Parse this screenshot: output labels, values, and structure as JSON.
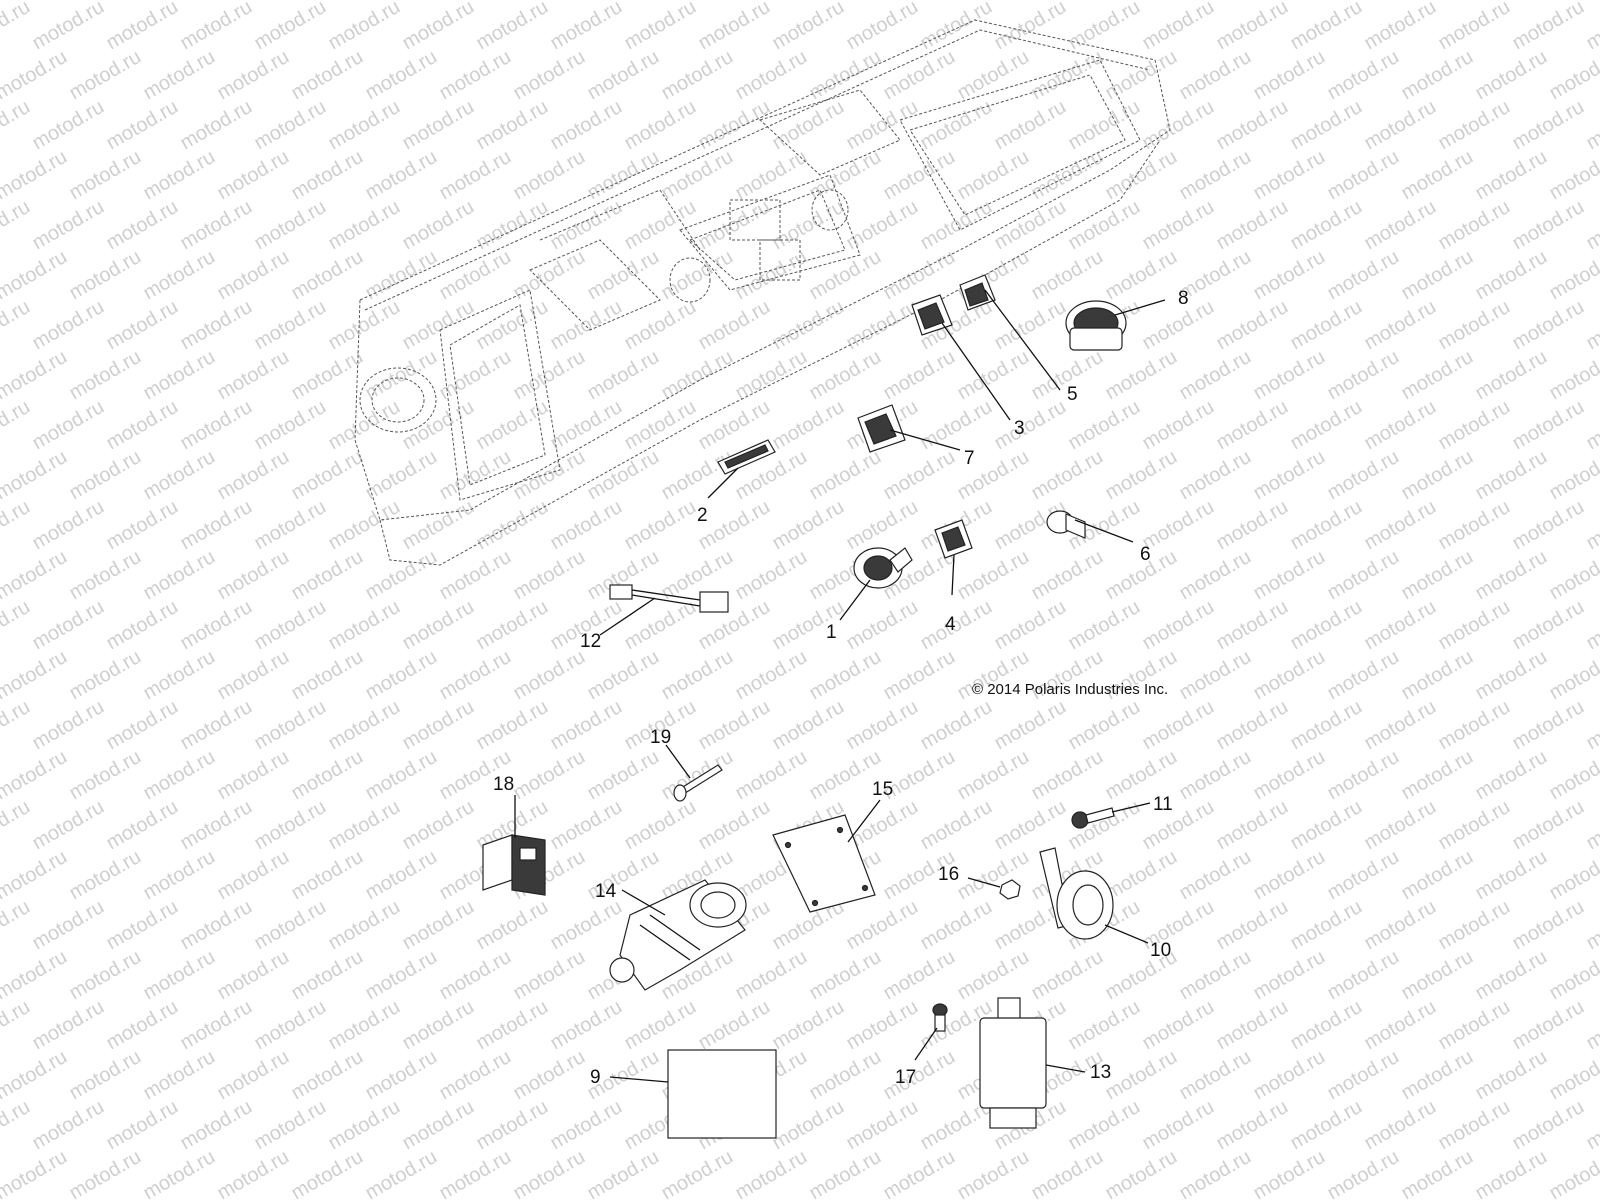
{
  "watermark": "motod.ru",
  "copyright": "© 2014 Polaris Industries Inc.",
  "callouts": [
    "1",
    "2",
    "3",
    "4",
    "5",
    "6",
    "7",
    "8",
    "9",
    "10",
    "11",
    "12",
    "13",
    "14",
    "15",
    "16",
    "17",
    "18",
    "19"
  ],
  "icons": [
    "dashboard-panel",
    "ignition-switch",
    "switch",
    "rocker-switch",
    "power-outlet",
    "gauge",
    "wire-harness",
    "decal",
    "horn",
    "screw",
    "relay",
    "bracket",
    "gasket",
    "nut",
    "rivet"
  ]
}
